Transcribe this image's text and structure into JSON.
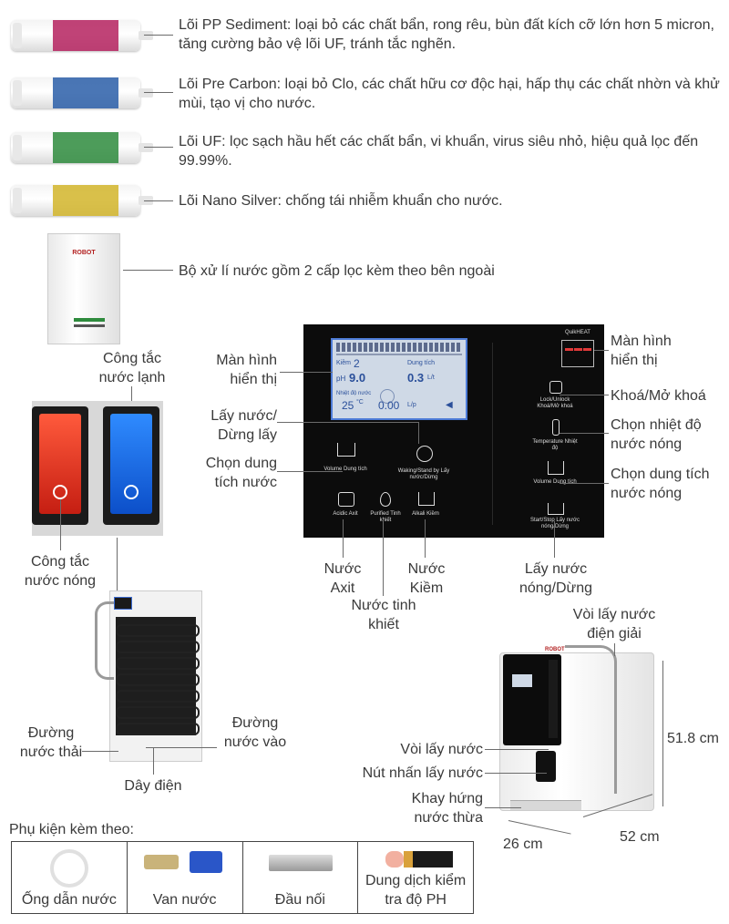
{
  "filters": [
    {
      "desc": "Lõi PP Sediment: loại bỏ các chất bẩn, rong rêu, bùn đất kích cỡ lớn hơn 5 micron, tăng cường bảo vệ lõi UF, tránh tắc nghẽn.",
      "color": "#b5225f"
    },
    {
      "desc": "Lõi Pre Carbon: loại bỏ Clo, các chất hữu cơ độc hại, hấp thụ các chất nhờn và khử mùi, tạo vị cho nước.",
      "color": "#2a5ea8"
    },
    {
      "desc": "Lõi UF: lọc sạch hầu hết các chất bẩn, vi khuẩn, virus siêu nhỏ, hiệu quả lọc đến 99.99%.",
      "color": "#2e8b3d"
    },
    {
      "desc": "Lõi Nano Silver: chống tái nhiễm khuẩn cho nước.",
      "color": "#d2b52a"
    }
  ],
  "external_filter": {
    "desc": "Bộ xử lí nước gồm 2 cấp lọc kèm theo bên ngoài",
    "brand": "ROBOT"
  },
  "panel": {
    "left_callouts": {
      "display": "Màn hình hiển thị",
      "take_water": "Lấy nước/ Dừng lấy",
      "volume": "Chọn dung tích nước"
    },
    "bottom_callouts": {
      "acid": "Nước Axit",
      "purified": "Nước tinh khiết",
      "alkaline": "Nước Kiềm",
      "hot_start": "Lấy nước nóng/Dừng"
    },
    "right_callouts": {
      "display": "Màn hình hiển thị",
      "lock": "Khoá/Mở khoá",
      "temperature": "Chọn nhiệt độ nước nóng",
      "hot_volume": "Chọn dung tích nước nóng"
    },
    "lcd": {
      "ph_label": "pH",
      "ph_value": "9.0",
      "volume_value": "0.3",
      "volume_unit": "L/t",
      "temp_value": "25",
      "temp_unit": "°C",
      "flow_value": "0.00",
      "flow_unit": "L/p",
      "level_value": "2",
      "level_label": "Kiềm",
      "capacity_label": "Dung tích",
      "temp_label": "Nhiệt độ nước"
    },
    "buttons": {
      "volume": "Volume Dung tích",
      "standby": "Waking/Stand by Lấy nước/Dừng",
      "acid": "Acidic Axit",
      "purified": "Purified Tinh khiết",
      "alkali": "Alkali Kiềm",
      "quickheat": "QuikHEAT",
      "lock": "Lock/Unlock Khoá/Mở khoá",
      "temperature": "Temperature Nhiệt độ",
      "hot_volume": "Volume Dung tích",
      "start_stop": "Start/Stop Lấy nước nóng/Dừng"
    }
  },
  "switch_callouts": {
    "cold": "Công tắc nước lạnh",
    "hot": "Công tắc nước nóng"
  },
  "back_callouts": {
    "drain": "Đường nước thải",
    "inlet": "Đường nước vào",
    "cable": "Dây điện"
  },
  "machine_callouts": {
    "electrolyzed_tap": "Vòi lấy nước điện giải",
    "tap": "Vòi lấy nước",
    "button": "Nút nhấn lấy nước",
    "tray": "Khay hứng nước thừa",
    "height": "51.8 cm",
    "depth": "52 cm",
    "width": "26 cm",
    "brand": "ROBOT"
  },
  "accessories": {
    "title": "Phụ kiện kèm theo:",
    "items": [
      "Ống dẫn nước",
      "Van nước",
      "Đầu nối",
      "Dung dịch kiểm tra độ PH"
    ]
  }
}
